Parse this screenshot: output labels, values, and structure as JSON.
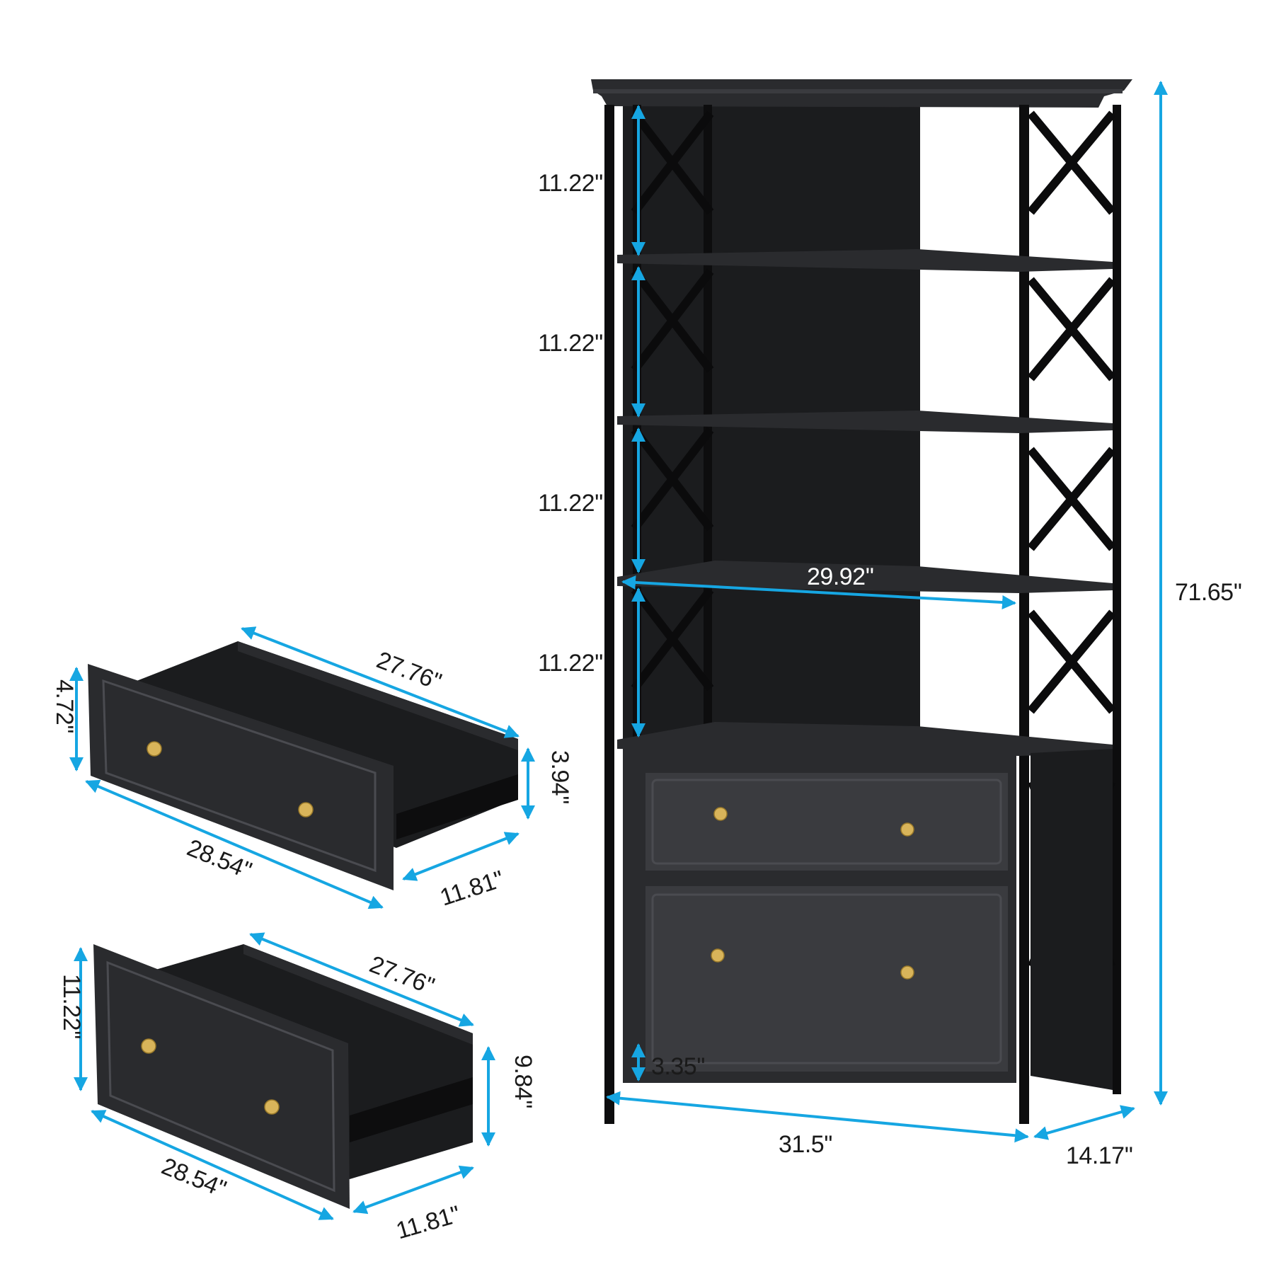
{
  "colors": {
    "dimension_line": "#16a6e2",
    "furniture_body": "#2a2b2e",
    "frame_metal": "#0d0d0e",
    "knob_brass": "#d8b45a",
    "background": "#ffffff"
  },
  "bookcase": {
    "shelf_gap_1": "11.22''",
    "shelf_gap_2": "11.22''",
    "shelf_gap_3": "11.22''",
    "shelf_gap_4": "11.22''",
    "inner_width": "29.92''",
    "total_height": "71.65''",
    "leg_clearance": "3.35''",
    "total_width": "31.5''",
    "total_depth": "14.17''"
  },
  "small_drawer": {
    "outer_length": "27.76''",
    "front_height": "4.72''",
    "inner_height": "3.94''",
    "front_width": "28.54''",
    "depth": "11.81''"
  },
  "large_drawer": {
    "outer_length": "27.76''",
    "front_height": "11.22''",
    "inner_height": "9.84''",
    "front_width": "28.54''",
    "depth": "11.81''"
  }
}
